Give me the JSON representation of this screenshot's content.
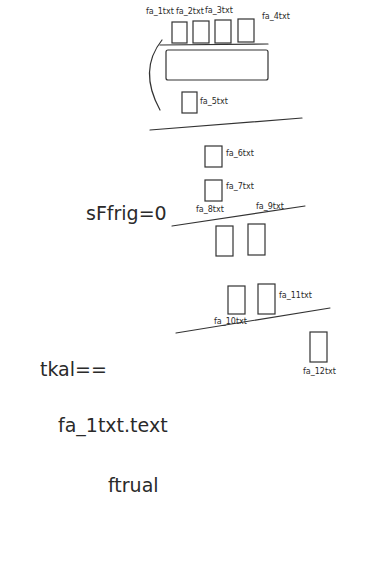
{
  "diagram": {
    "labels": [
      "fa_1txt",
      "fa_2txt",
      "fa_3txt",
      "fa_4txt",
      "fa_5txt",
      "fa_6txt",
      "sFfrig=0",
      "fa_7txt",
      "fa_8txt",
      "fa_9txt",
      "fa_10txt",
      "fa_11txt",
      "fa_12txt",
      "tkal==",
      "fa_1txt.text",
      "ftrual"
    ]
  }
}
